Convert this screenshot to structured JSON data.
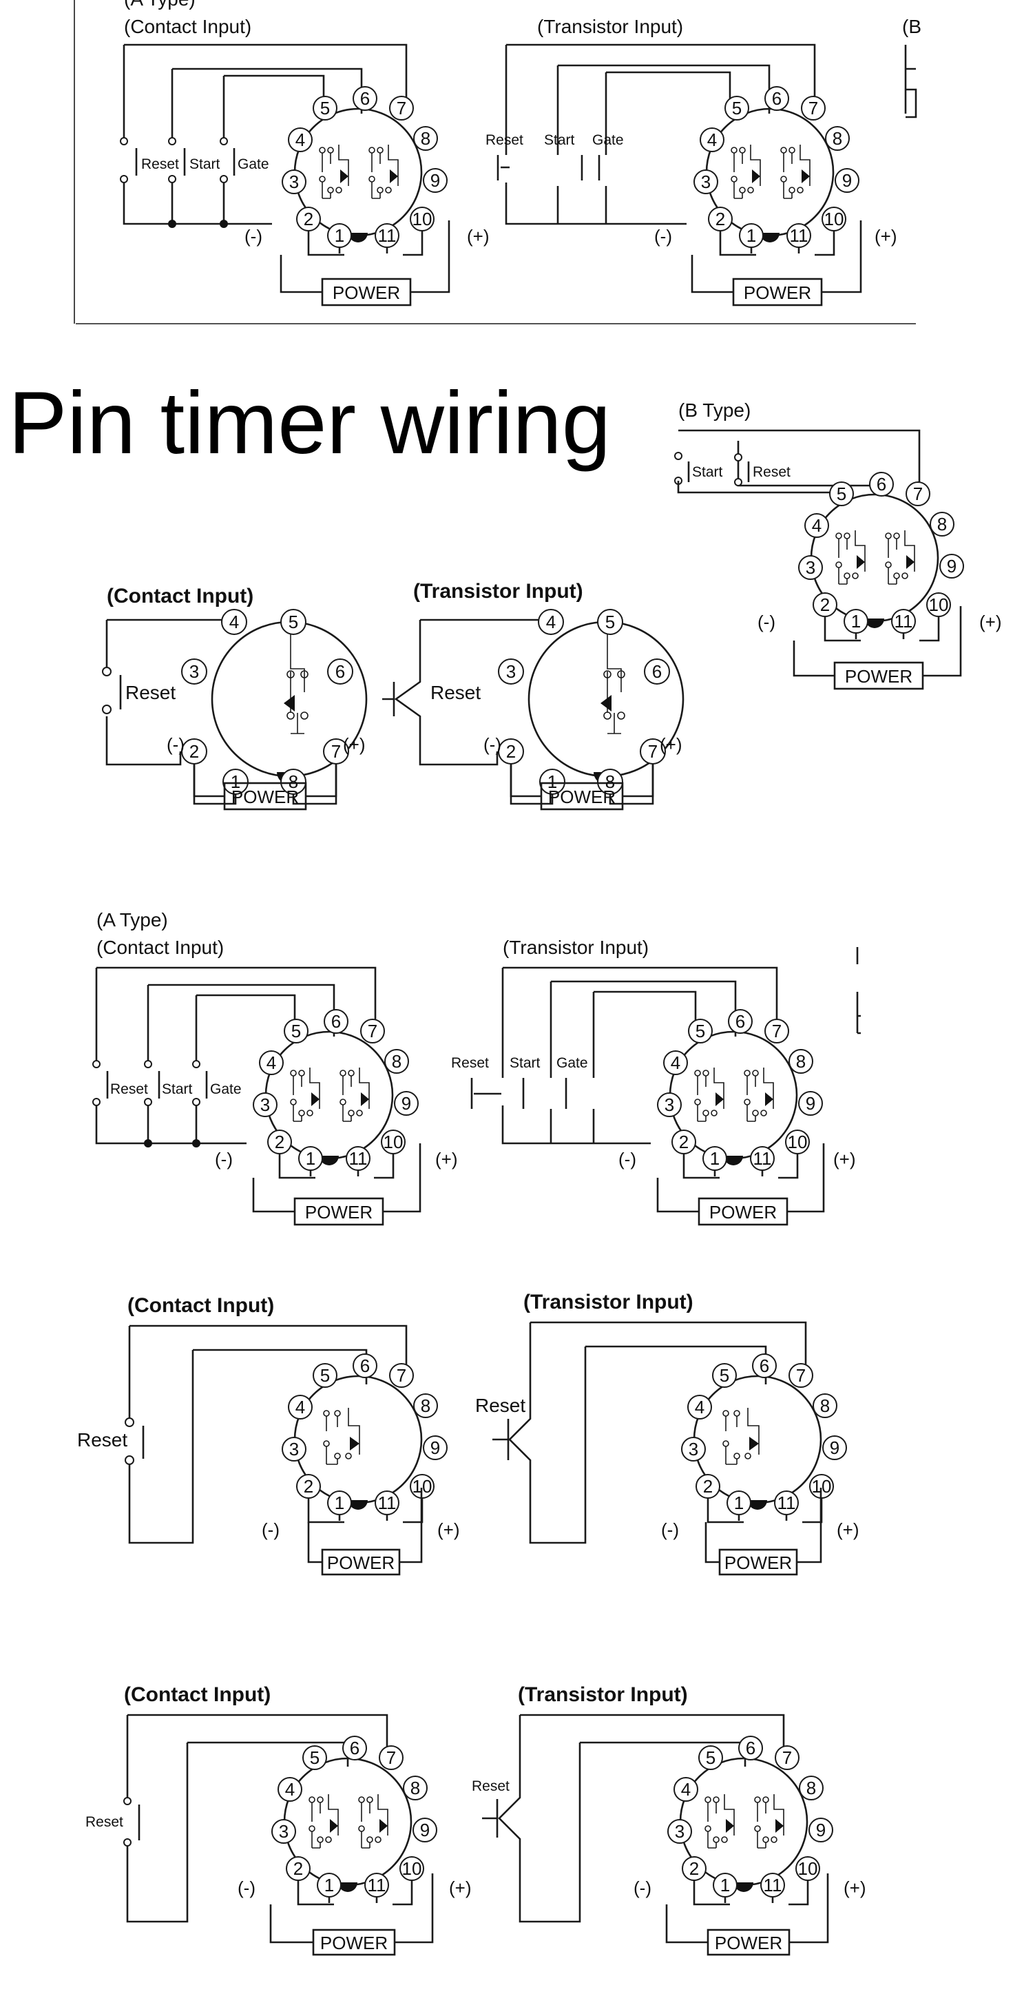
{
  "title": "Pin timer wiring",
  "labels": {
    "a_type": "(A Type)",
    "b_type": "(B Type)",
    "b_partial": "(B",
    "contact_input": "(Contact Input)",
    "transistor_input": "(Transistor Input)",
    "reset": "Reset",
    "start": "Start",
    "gate": "Gate",
    "power": "POWER",
    "minus": "(-)",
    "plus": "(+)"
  },
  "pins_11": [
    "1",
    "2",
    "3",
    "4",
    "5",
    "6",
    "7",
    "8",
    "9",
    "10",
    "11"
  ],
  "pins_8": [
    "1",
    "2",
    "3",
    "4",
    "5",
    "6",
    "7",
    "8"
  ]
}
